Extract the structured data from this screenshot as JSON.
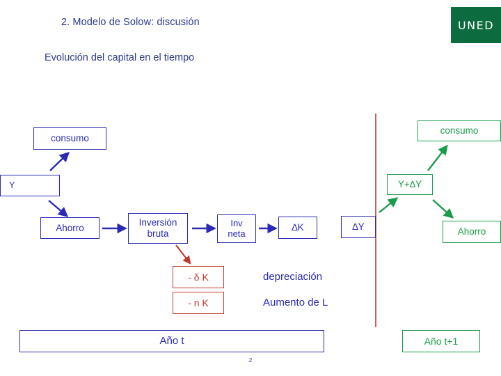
{
  "header": {
    "title": "2. Modelo de Solow: discusión",
    "subtitle": "Evolución del capital en el tiempo",
    "logo_text": "UNED"
  },
  "colors": {
    "blue": "#2a2ab5",
    "green": "#1a9c4a",
    "red": "#c0392b",
    "logo_green": "#0c6b3f",
    "title_blue": "#2d3a8c"
  },
  "boxes": {
    "consumo_left": "consumo",
    "consumo_right": "consumo",
    "y": "Y",
    "y_plus_dy": "Y+∆Y",
    "ahorro_left": "Ahorro",
    "inversion_bruta": "Inversión\nbruta",
    "inv_neta": "Inv\nneta",
    "delta_k": "∆K",
    "delta_y": "∆Y",
    "ahorro_right": "Ahorro",
    "minus_delta_k": "- δ K",
    "minus_n_k": "- n K",
    "ano_t": "Año t",
    "ano_t1": "Año t+1"
  },
  "labels": {
    "depreciacion": "depreciación",
    "aumento_l": "Aumento de L"
  },
  "footer": {
    "page_number": "2"
  }
}
